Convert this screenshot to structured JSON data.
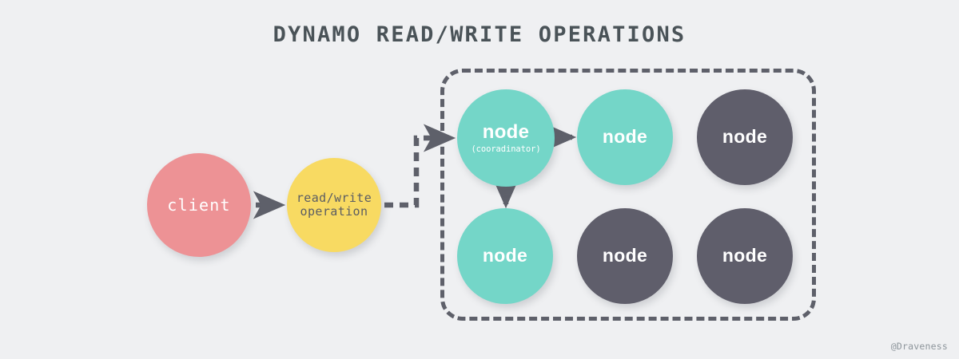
{
  "title": "DYNAMO READ/WRITE OPERATIONS",
  "background_color": "#eff0f2",
  "watermark": "@Draveness",
  "palette": {
    "client": "#ed9295",
    "operation": "#f8da62",
    "node_active": "#74d6c8",
    "node_inactive": "#5f5e6b",
    "connector": "#5e606a",
    "title_text": "#4a5358"
  },
  "client": {
    "label": "client"
  },
  "operation": {
    "label_line1": "read/write",
    "label_line2": "operation"
  },
  "cluster": {
    "nodes": [
      {
        "label": "node",
        "sublabel": "(cooradinator)",
        "state": "active"
      },
      {
        "label": "node",
        "sublabel": "",
        "state": "active"
      },
      {
        "label": "node",
        "sublabel": "",
        "state": "inactive"
      },
      {
        "label": "node",
        "sublabel": "",
        "state": "active"
      },
      {
        "label": "node",
        "sublabel": "",
        "state": "inactive"
      },
      {
        "label": "node",
        "sublabel": "",
        "state": "inactive"
      }
    ]
  },
  "connectors": [
    {
      "from": "client",
      "to": "operation",
      "style": "dashed-arrow"
    },
    {
      "from": "operation",
      "to": "node-coordinator",
      "style": "dashed-elbow-arrow"
    },
    {
      "from": "node-coordinator",
      "to": "node-r1c2",
      "style": "dashed-arrow"
    },
    {
      "from": "node-coordinator",
      "to": "node-r2c1",
      "style": "dashed-arrow-down"
    }
  ]
}
